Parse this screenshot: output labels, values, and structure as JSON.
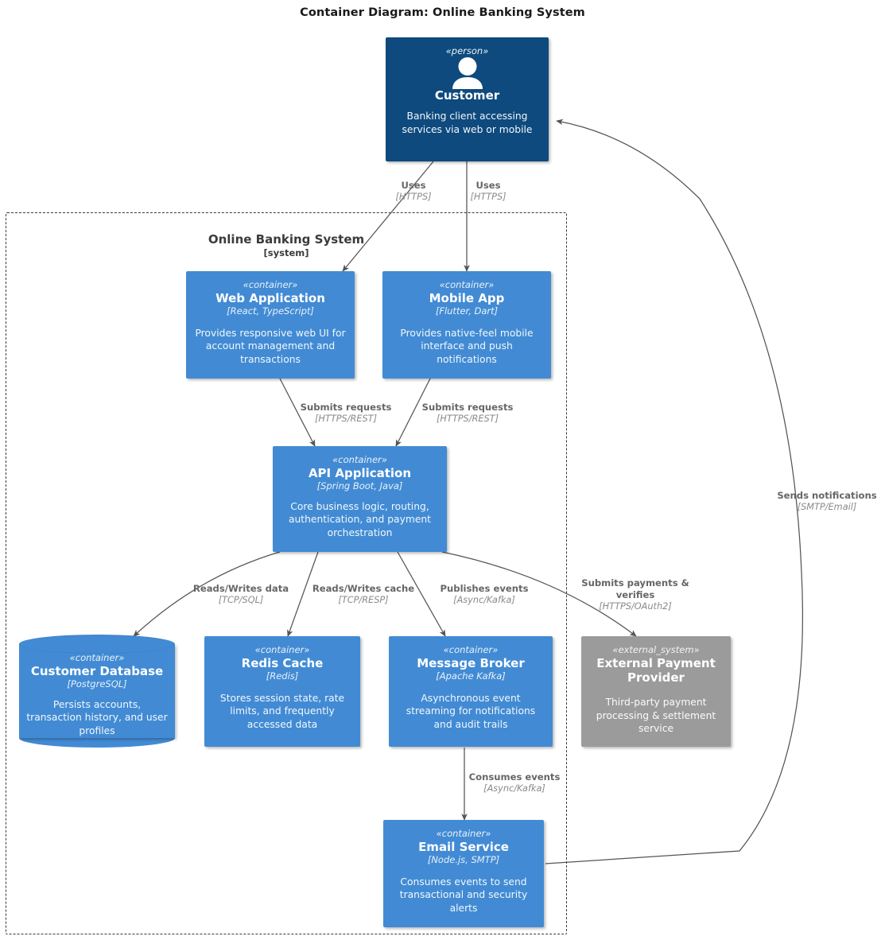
{
  "title": "Container Diagram: Online Banking System",
  "colors": {
    "person": "#0e4a7d",
    "container": "#428bd4",
    "external_system": "#9b9b9b",
    "edge": "#555555",
    "edge_label": "#666666",
    "edge_protocol": "#8a8a8a",
    "boundary": "#3a3a3a",
    "background": "#ffffff"
  },
  "boundary": {
    "name": "Online Banking System",
    "type": "[system]",
    "style": "dashed"
  },
  "nodes": [
    {
      "id": "customer",
      "stereotype": "«person»",
      "name": "Customer",
      "tech": "",
      "description": "Banking client accessing services via web or mobile",
      "shape": "person",
      "icon": "person-icon"
    },
    {
      "id": "web_application",
      "stereotype": "«container»",
      "name": "Web Application",
      "tech": "[React, TypeScript]",
      "description": "Provides responsive web UI for account management and transactions",
      "shape": "box"
    },
    {
      "id": "mobile_app",
      "stereotype": "«container»",
      "name": "Mobile App",
      "tech": "[Flutter, Dart]",
      "description": "Provides native-feel mobile interface and push notifications",
      "shape": "box"
    },
    {
      "id": "api_application",
      "stereotype": "«container»",
      "name": "API Application",
      "tech": "[Spring Boot, Java]",
      "description": "Core business logic, routing, authentication, and payment orchestration",
      "shape": "box"
    },
    {
      "id": "customer_database",
      "stereotype": "«container»",
      "name": "Customer Database",
      "tech": "[PostgreSQL]",
      "description": "Persists accounts, transaction history, and user profiles",
      "shape": "cylinder"
    },
    {
      "id": "redis_cache",
      "stereotype": "«container»",
      "name": "Redis Cache",
      "tech": "[Redis]",
      "description": "Stores session state, rate limits, and frequently accessed data",
      "shape": "box"
    },
    {
      "id": "message_broker",
      "stereotype": "«container»",
      "name": "Message Broker",
      "tech": "[Apache Kafka]",
      "description": "Asynchronous event streaming for notifications and audit trails",
      "shape": "box"
    },
    {
      "id": "external_payment_provider",
      "stereotype": "«external_system»",
      "name": "External Payment Provider",
      "tech": "",
      "description": "Third-party payment processing & settlement service",
      "shape": "box"
    },
    {
      "id": "email_service",
      "stereotype": "«container»",
      "name": "Email Service",
      "tech": "[Node.js, SMTP]",
      "description": "Consumes events to send transactional and security alerts",
      "shape": "box"
    }
  ],
  "edges": [
    {
      "id": "e1",
      "from": "customer",
      "to": "web_application",
      "label": "Uses",
      "protocol": "[HTTPS]"
    },
    {
      "id": "e2",
      "from": "customer",
      "to": "mobile_app",
      "label": "Uses",
      "protocol": "[HTTPS]"
    },
    {
      "id": "e3",
      "from": "web_application",
      "to": "api_application",
      "label": "Submits requests",
      "protocol": "[HTTPS/REST]"
    },
    {
      "id": "e4",
      "from": "mobile_app",
      "to": "api_application",
      "label": "Submits requests",
      "protocol": "[HTTPS/REST]"
    },
    {
      "id": "e5",
      "from": "api_application",
      "to": "customer_database",
      "label": "Reads/Writes data",
      "protocol": "[TCP/SQL]"
    },
    {
      "id": "e6",
      "from": "api_application",
      "to": "redis_cache",
      "label": "Reads/Writes cache",
      "protocol": "[TCP/RESP]"
    },
    {
      "id": "e7",
      "from": "api_application",
      "to": "message_broker",
      "label": "Publishes events",
      "protocol": "[Async/Kafka]"
    },
    {
      "id": "e8",
      "from": "api_application",
      "to": "external_payment_provider",
      "label": "Submits payments & verifies",
      "protocol": "[HTTPS/OAuth2]"
    },
    {
      "id": "e9",
      "from": "message_broker",
      "to": "email_service",
      "label": "Consumes events",
      "protocol": "[Async/Kafka]"
    },
    {
      "id": "e10",
      "from": "email_service",
      "to": "customer",
      "label": "Sends notifications",
      "protocol": "[SMTP/Email]"
    }
  ]
}
